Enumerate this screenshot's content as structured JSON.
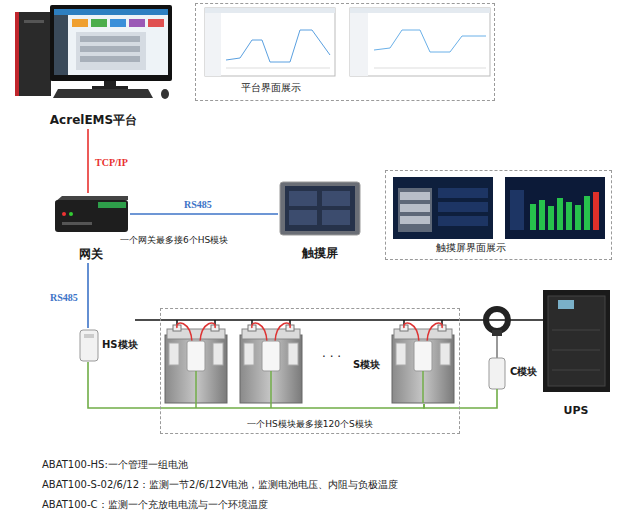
{
  "diagram": {
    "nodes": [
      {
        "text": [
          "AcrelEMS平台"
        ]
      },
      {
        "text": [
          "平台界面展示"
        ]
      },
      {
        "text": [
          "网关"
        ]
      },
      {
        "text": [
          "触摸屏"
        ]
      },
      {
        "text": [
          "触摸屏界面展示"
        ]
      },
      {
        "text": [
          "HS模块"
        ]
      },
      {
        "text": [
          "一个HS模块最多接120个S模块"
        ]
      },
      {
        "text": [
          "S模块"
        ],
        "in": 6
      },
      {
        "text": [
          "C模块"
        ]
      },
      {
        "text": [
          "UPS"
        ]
      }
    ],
    "edges": [
      {
        "from": 0,
        "to": 2,
        "label": "TCP/IP",
        "arrow": "none"
      },
      {
        "from": 2,
        "to": 3,
        "label": "RS485",
        "arrow": "none"
      },
      {
        "from": 2,
        "to": 5,
        "label": "RS485",
        "arrow": "none"
      },
      {
        "from": 5,
        "to": 7,
        "arrow": "none"
      },
      {
        "from": 7,
        "to": 8,
        "arrow": "none"
      }
    ],
    "labels": [
      "一个网关最多接6个HS模块",
      "· · ·",
      "ABAT100-HS:一个管理一组电池",
      "ABAT100-S-02/6/12：监测一节2/6/12V电池，监测电池电压、内阻与负极温度",
      "ABAT100-C：监测一个充放电电流与一个环境温度"
    ]
  }
}
